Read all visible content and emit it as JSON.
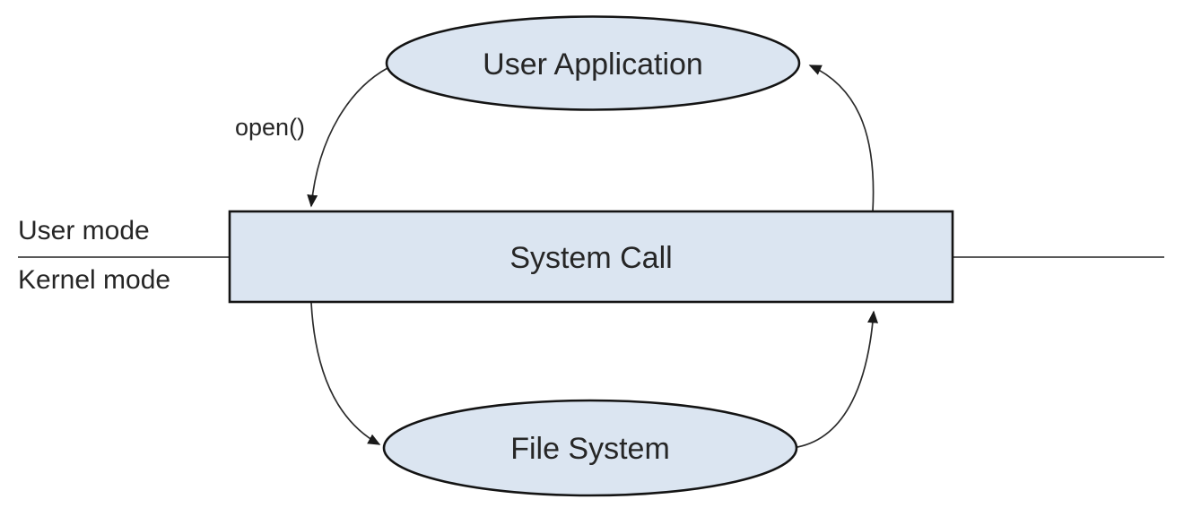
{
  "nodes": {
    "user_application": {
      "label": "User Application"
    },
    "system_call": {
      "label": "System Call"
    },
    "file_system": {
      "label": "File System"
    }
  },
  "labels": {
    "user_mode": "User mode",
    "kernel_mode": "Kernel mode",
    "syscall_name": "open()"
  },
  "colors": {
    "shape_fill": "#dbe5f1",
    "shape_border": "#141414",
    "connector": "#2b2b2b",
    "divider_line": "#595959",
    "text": "#262626"
  }
}
